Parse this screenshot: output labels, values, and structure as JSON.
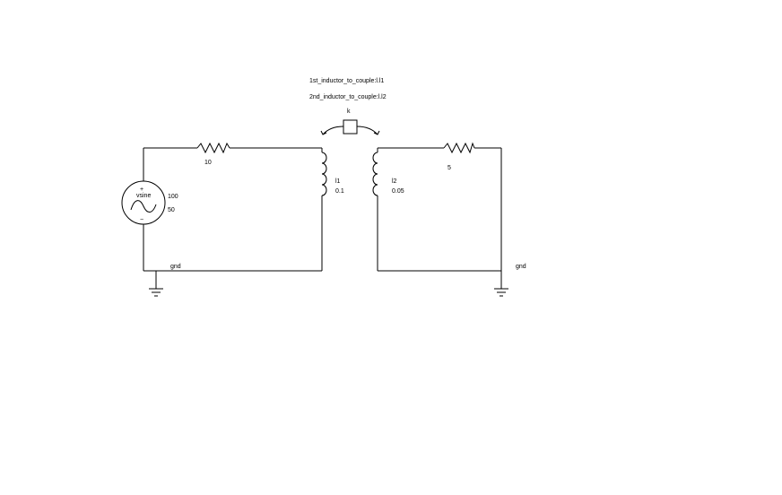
{
  "coupling": {
    "line1": "1st_inductor_to_couple:l.l1",
    "line2": "2nd_inductor_to_couple:l.l2",
    "name": "k"
  },
  "source": {
    "name": "vsine",
    "amplitude": "100",
    "frequency": "50",
    "plus": "+",
    "minus": "−"
  },
  "resistor_left": {
    "value": "10"
  },
  "resistor_right": {
    "value": "5"
  },
  "inductor_left": {
    "name": "l1",
    "value": "0.1"
  },
  "inductor_right": {
    "name": "l2",
    "value": "0.05"
  },
  "ground_left": {
    "label": "gnd"
  },
  "ground_right": {
    "label": "gnd"
  }
}
